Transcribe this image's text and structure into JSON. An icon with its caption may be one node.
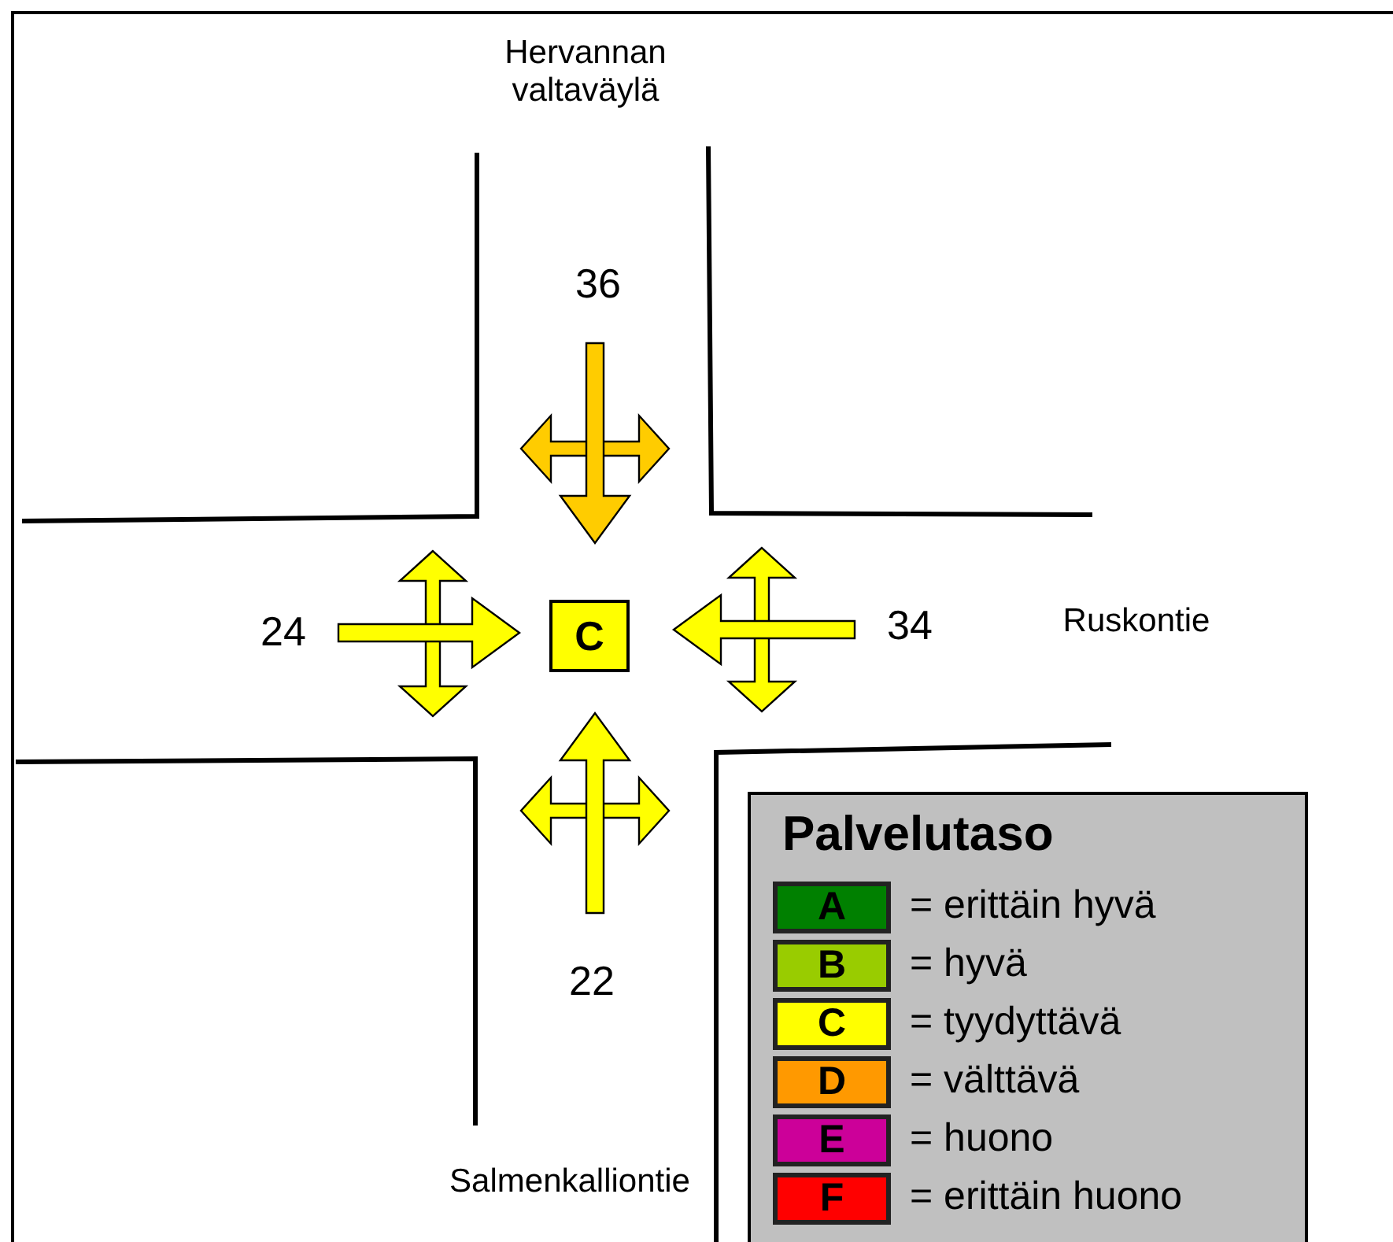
{
  "diagram": {
    "nodes": [
      {
        "text": [
          "C"
        ]
      }
    ],
    "labels": [
      "Hervannan valtaväylä",
      "36",
      "24",
      "34",
      "Ruskontie",
      "22",
      "Salmenkalliontie",
      "Palvelutaso",
      "A",
      "B",
      "C",
      "D",
      "E",
      "F"
    ],
    "legend": [
      {
        "text": "= erittäin hyvä",
        "color": "#008000"
      },
      {
        "text": "= hyvä",
        "color": "#99cc00"
      },
      {
        "text": "= tyydyttävä",
        "color": "#ffff00"
      },
      {
        "text": "= välttävä",
        "color": "#ff9900"
      },
      {
        "text": "= huono",
        "color": "#cc0099"
      },
      {
        "text": "= erittäin huono",
        "color": "#ff0000"
      }
    ]
  }
}
